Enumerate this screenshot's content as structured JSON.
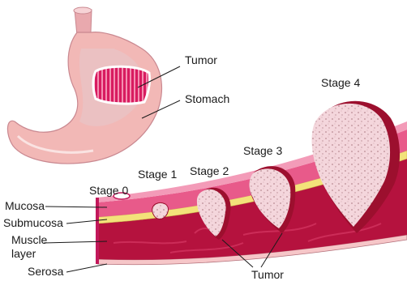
{
  "labels": {
    "tumor_top": "Tumor",
    "stomach": "Stomach",
    "stage0": "Stage 0",
    "stage1": "Stage 1",
    "stage2": "Stage 2",
    "stage3": "Stage 3",
    "stage4": "Stage 4",
    "mucosa": "Mucosa",
    "submucosa": "Submucosa",
    "muscle_line1": "Muscle",
    "muscle_line2": "layer",
    "serosa": "Serosa",
    "tumor_bottom": "Tumor"
  },
  "colors": {
    "stomach_fill": "#f2b8b6",
    "stomach_shade": "#e39a9a",
    "tumor_patch": "#c2185b",
    "mucosa": "#e85a8a",
    "submucosa": "#f3e27a",
    "muscle": "#b5123e",
    "serosa": "#f6c6c8",
    "tumor_fill": "#f4d8de",
    "tumor_rim": "#9c0f2e"
  }
}
